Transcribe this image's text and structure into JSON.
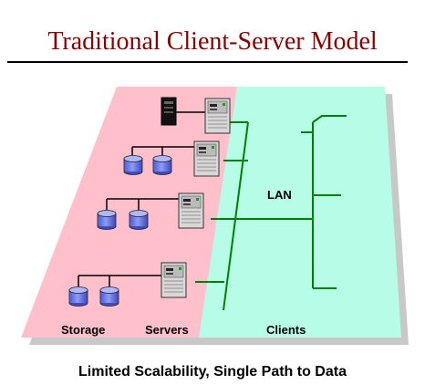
{
  "title": "Traditional Client-Server Model",
  "caption": "Limited Scalability, Single Path to Data",
  "labels": {
    "storage": "Storage",
    "servers": "Servers",
    "clients": "Clients",
    "lan": "LAN"
  },
  "colors": {
    "title": "#8b0000",
    "storage_zone": "#ffc0cb",
    "clients_zone": "#b6fce6",
    "lan_lines": "#008000",
    "connector_lines": "#000000",
    "disk": "#6f7fe8",
    "server": "#d8d8d8"
  },
  "icons": [
    "server-tower-icon",
    "storage-disk-icon"
  ]
}
